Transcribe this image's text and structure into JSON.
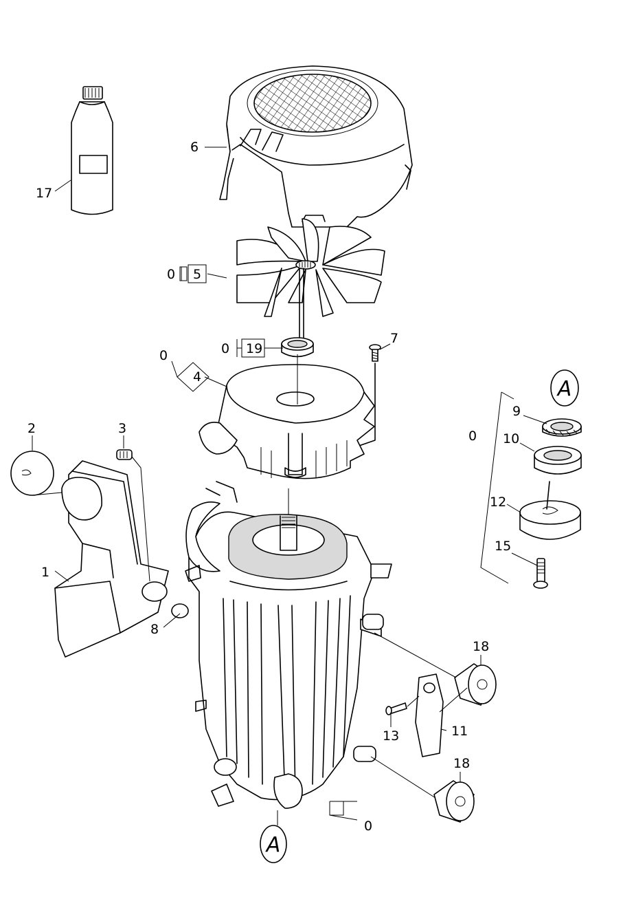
{
  "labels": {
    "p17": "17",
    "p6": "6",
    "p0_fan": "0",
    "p5": "5",
    "p0_bearing": "0",
    "p19": "19",
    "p7": "7",
    "p0_flange": "0",
    "p4": "4",
    "p2": "2",
    "p3": "3",
    "p1": "1",
    "p8": "8",
    "p0_kit": "0",
    "p9": "9",
    "p10": "10",
    "p12": "12",
    "p15": "15",
    "p18_top": "18",
    "p13": "13",
    "p11": "11",
    "p18_bottom": "18",
    "p0_bottom": "0"
  },
  "callouts": {
    "top": "A",
    "bottom": "A"
  },
  "colors": {
    "stroke": "#000000",
    "background": "#ffffff",
    "shade": "#d9d9d9"
  }
}
